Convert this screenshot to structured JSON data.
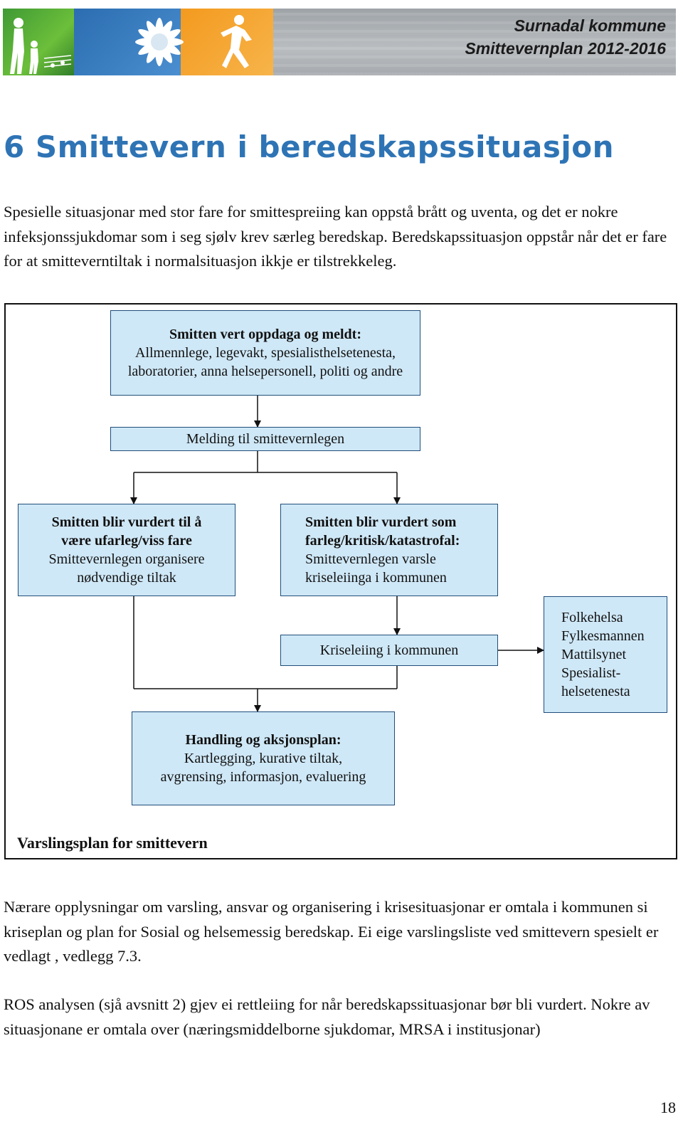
{
  "header": {
    "org": "Surnadal kommune",
    "doc": "Smittevernplan 2012-2016"
  },
  "title": "6 Smittevern i beredskapssituasjon",
  "intro": "Spesielle situasjonar med stor fare for smittespreiing kan oppstå brått og uventa, og det er nokre infeksjonssjukdomar som i seg sjølv krev særleg beredskap. Beredskapssituasjon oppstår når det er fare for at smitteverntiltak i normalsituasjon ikkje er tilstrekkeleg.",
  "flow": {
    "detected": {
      "heading": "Smitten vert oppdaga og meldt:",
      "line1": "Allmennlege, legevakt, spesialisthelsetenesta,",
      "line2": "laboratorier, anna helsepersonell, politi og andre"
    },
    "report": "Melding til smittevernlegen",
    "harmless": {
      "heading1": "Smitten blir vurdert til å",
      "heading2": "være ufarleg/viss fare",
      "line1": "Smittevernlegen organisere",
      "line2": "nødvendige tiltak"
    },
    "dangerous": {
      "heading1": "Smitten blir vurdert som",
      "heading2": "farleg/kritisk/katastrofal:",
      "line1": "Smittevernlegen varsle",
      "line2": "kriseleiinga i kommunen"
    },
    "crisis": "Kriseleiing i kommunen",
    "agencies": [
      "Folkehelsa",
      "Fylkesmannen",
      "Mattilsynet",
      "Spesialist-",
      "helsetenesta"
    ],
    "action": {
      "heading": "Handling og aksjonsplan:",
      "line1": "Kartlegging, kurative tiltak,",
      "line2": "avgrensing, informasjon, evaluering"
    },
    "caption": "Varslingsplan for smittevern"
  },
  "para2": "Nærare opplysningar om varsling, ansvar og organisering i krisesituasjonar er omtala i kommunen si kriseplan og plan for Sosial og helsemessig beredskap. Ei eige varslingsliste ved smittevern spesielt er vedlagt , vedlegg 7.3.",
  "para3": "ROS analysen (sjå avsnitt 2) gjev ei rettleiing for når beredskapssituasjonar bør bli vurdert. Nokre av situasjonane er omtala over (næringsmiddelborne sjukdomar, MRSA i institusjonar)",
  "page_number": "18"
}
